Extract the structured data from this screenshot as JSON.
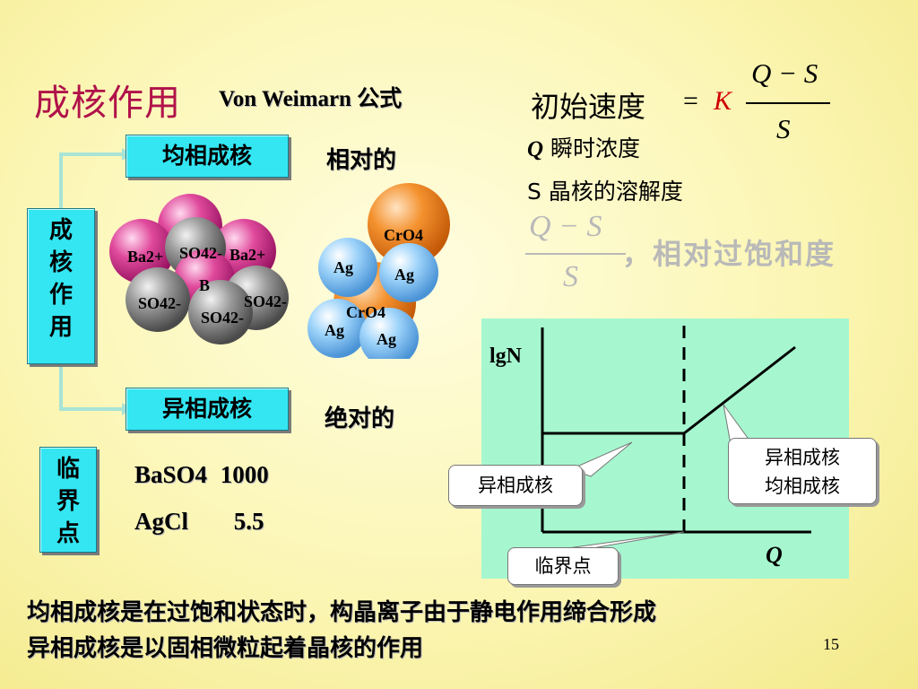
{
  "title": "成核作用",
  "subtitle": "Von Weimarn  公式",
  "formula": {
    "lhs": "初始速度",
    "equals": "=",
    "k": "K",
    "numerator": "Q − S",
    "denominator": "S",
    "q_symbol": "Q",
    "q_desc": "瞬时浓度",
    "s_desc": "S 晶核的溶解度",
    "ratio_numerator": "Q − S",
    "ratio_denominator": "S",
    "ratio_desc": "，相对过饱和度"
  },
  "nucleation": {
    "main_label": [
      "成",
      "核",
      "作",
      "用"
    ],
    "homogeneous": "均相成核",
    "homogeneous_note": "相对的",
    "heterogeneous": "异相成核",
    "heterogeneous_note": "绝对的"
  },
  "ions_left": {
    "ba1": "Ba2+",
    "so_mid": "SO42-",
    "ba2": "Ba2+",
    "so1": "SO42-",
    "so2": "SO42-",
    "so3": "SO42-",
    "b_mid": "B"
  },
  "ions_right": {
    "cro1": "CrO4",
    "cro2": "CrO4",
    "ag1": "Ag",
    "ag2": "Ag",
    "ag3": "Ag",
    "ag4": "Ag"
  },
  "critical": {
    "label": [
      "临",
      "界",
      "点"
    ],
    "rows": [
      {
        "name": "BaSO4",
        "value": "1000"
      },
      {
        "name": "AgCl",
        "value": "5.5"
      }
    ]
  },
  "chart": {
    "ylabel": "lgN",
    "xlabel": "Q",
    "callout_left": "异相成核",
    "callout_right": [
      "异相成核",
      "均相成核"
    ],
    "callout_bottom": "临界点"
  },
  "footer": {
    "line1": "均相成核是在过饱和状态时，构晶离子由于静电作用缔合形成",
    "line2": "异相成核是以固相微粒起着晶核的作用",
    "page_number": "15"
  },
  "colors": {
    "title": "#b0124a",
    "box": "#33e6f2",
    "chart_bg": "#a6f7cf",
    "ba_ion": "#d63c8f",
    "so_ion": "#8a8a8a",
    "cro_ion": "#f08a2a",
    "ag_ion": "#7fc3f5"
  }
}
